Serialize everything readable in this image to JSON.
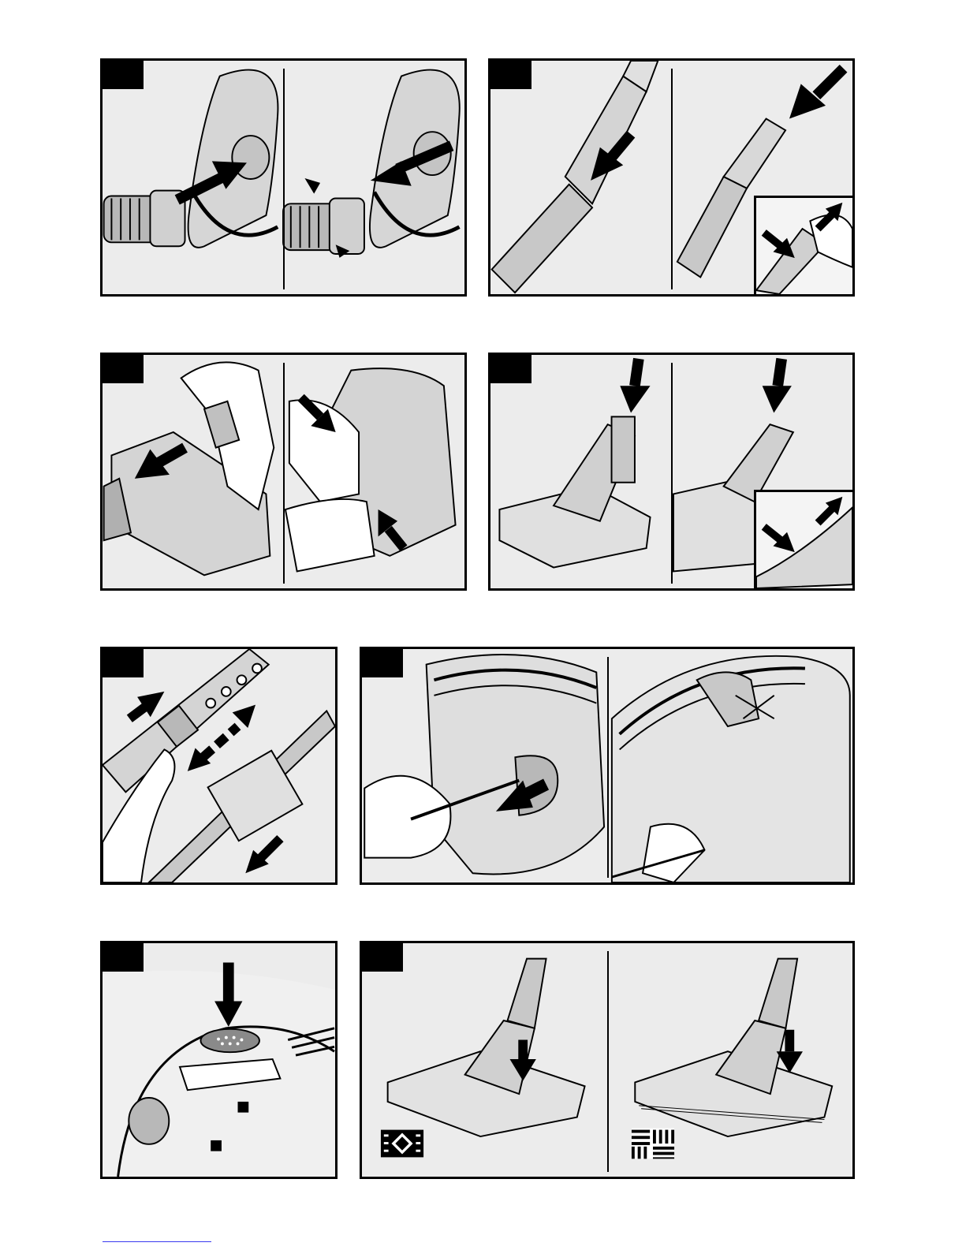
{
  "page": {
    "panels": [
      {
        "id": "p1",
        "number": "",
        "content": "hose-connection"
      },
      {
        "id": "p2",
        "number": "",
        "content": "tube-connection"
      },
      {
        "id": "p3",
        "number": "",
        "content": "accessory-clip"
      },
      {
        "id": "p4",
        "number": "",
        "content": "floor-nozzle-connection"
      },
      {
        "id": "p5",
        "number": "",
        "content": "telescopic-tube-adjust"
      },
      {
        "id": "p6",
        "number": "",
        "content": "cable-pull-out"
      },
      {
        "id": "p7",
        "number": "",
        "content": "power-button"
      },
      {
        "id": "p8",
        "number": "",
        "content": "floor-nozzle-settings"
      }
    ],
    "icons": {
      "carpet_symbol": "carpet-setting-icon",
      "hard_floor_symbol": "hard-floor-setting-icon"
    },
    "footer_text": ""
  },
  "colors": {
    "frame": "#000000",
    "panel_bg": "#ececec",
    "accent_line": "#3a3af0"
  }
}
